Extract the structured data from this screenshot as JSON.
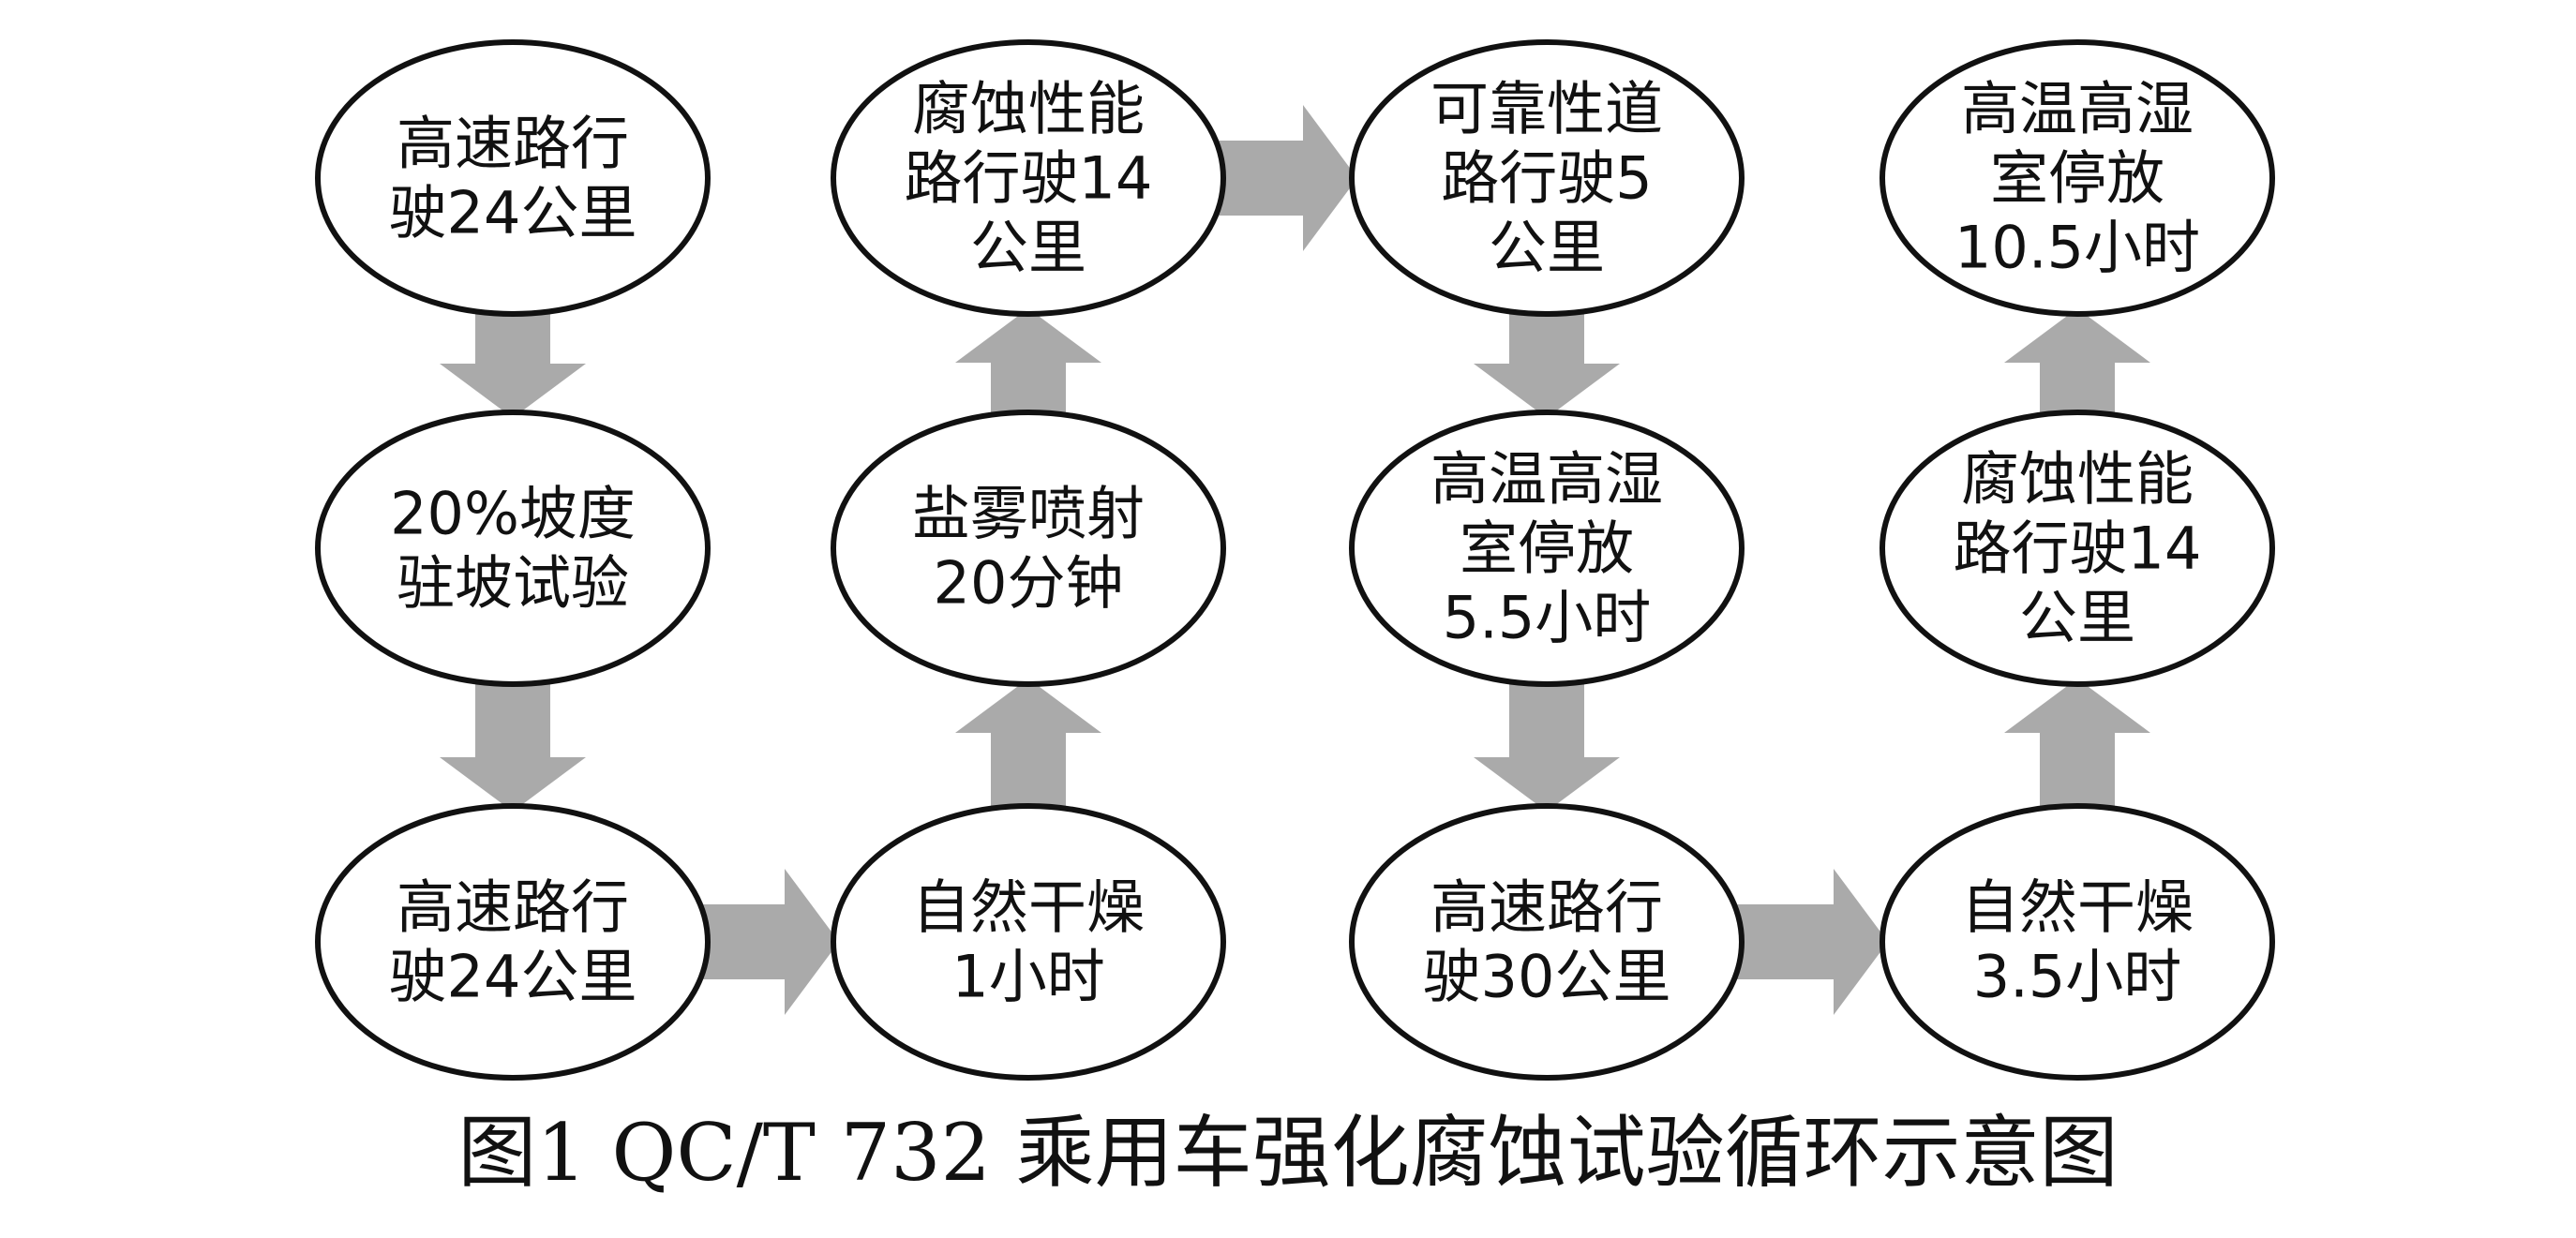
{
  "colors": {
    "ellipse_stroke": "#111111",
    "ellipse_fill": "#ffffff",
    "arrow": "#aaaaaa",
    "text": "#111111"
  },
  "nodes": [
    {
      "id": "n1",
      "lines": [
        "高速路行",
        "驶24公里"
      ]
    },
    {
      "id": "n2",
      "lines": [
        "20%坡度",
        "驻坡试验"
      ]
    },
    {
      "id": "n3",
      "lines": [
        "高速路行",
        "驶24公里"
      ]
    },
    {
      "id": "n4",
      "lines": [
        "自然干燥",
        "1小时"
      ]
    },
    {
      "id": "n5",
      "lines": [
        "盐雾喷射",
        "20分钟"
      ]
    },
    {
      "id": "n6",
      "lines": [
        "腐蚀性能",
        "路行驶14",
        "公里"
      ]
    },
    {
      "id": "n7",
      "lines": [
        "可靠性道",
        "路行驶5",
        "公里"
      ]
    },
    {
      "id": "n8",
      "lines": [
        "高温高湿",
        "室停放",
        "5.5小时"
      ]
    },
    {
      "id": "n9",
      "lines": [
        "高速路行",
        "驶30公里"
      ]
    },
    {
      "id": "n10",
      "lines": [
        "自然干燥",
        "3.5小时"
      ]
    },
    {
      "id": "n11",
      "lines": [
        "腐蚀性能",
        "路行驶14",
        "公里"
      ]
    },
    {
      "id": "n12",
      "lines": [
        "高温高湿",
        "室停放",
        "10.5小时"
      ]
    }
  ],
  "edges": [
    {
      "from": "n1",
      "to": "n2"
    },
    {
      "from": "n2",
      "to": "n3"
    },
    {
      "from": "n3",
      "to": "n4"
    },
    {
      "from": "n4",
      "to": "n5"
    },
    {
      "from": "n5",
      "to": "n6"
    },
    {
      "from": "n6",
      "to": "n7"
    },
    {
      "from": "n7",
      "to": "n8"
    },
    {
      "from": "n8",
      "to": "n9"
    },
    {
      "from": "n9",
      "to": "n10"
    },
    {
      "from": "n10",
      "to": "n11"
    },
    {
      "from": "n11",
      "to": "n12"
    }
  ],
  "caption": "图1 QC/T 732 乘用车强化腐蚀试验循环示意图"
}
